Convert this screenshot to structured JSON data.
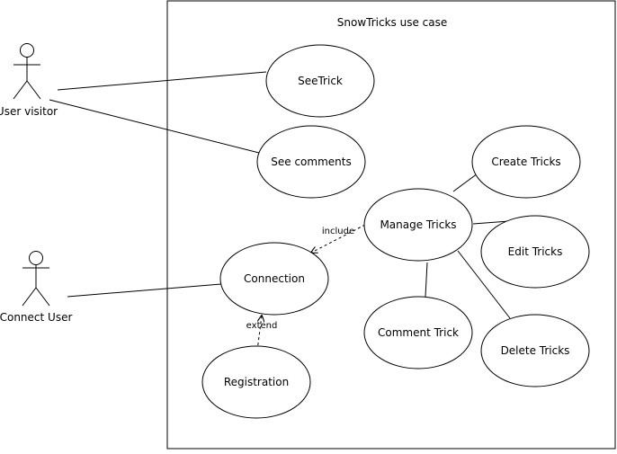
{
  "diagram": {
    "title": "SnowTricks use case",
    "actors": {
      "visitor": "User visitor",
      "connected": "Connect User"
    },
    "use_cases": {
      "see_trick": "SeeTrick",
      "see_comments": "See comments",
      "manage_tricks": "Manage Tricks",
      "connection": "Connection",
      "registration": "Registration",
      "create_tricks": "Create Tricks",
      "edit_tricks": "Edit Tricks",
      "comment_trick": "Comment Trick",
      "delete_tricks": "Delete Tricks"
    },
    "relations": {
      "include": "include",
      "extend": "extend"
    }
  },
  "colors": {
    "stroke": "#000000",
    "fill": "#ffffff"
  }
}
